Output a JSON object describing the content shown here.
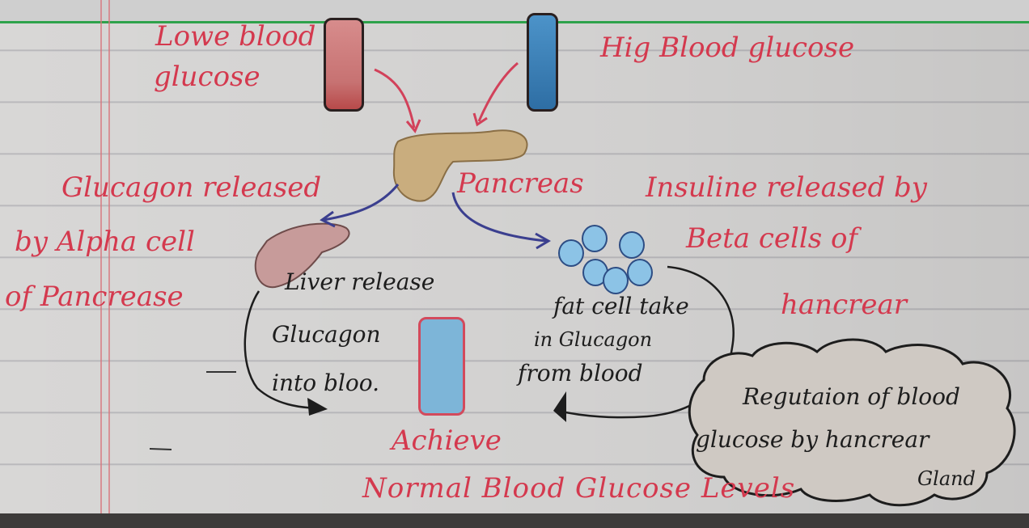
{
  "labels": {
    "low_blood": "Lowe blood",
    "low_glucose": "glucose",
    "high_glucose": "Hig Blood glucose",
    "glucagon_released": "Glucagon released",
    "by_alpha_cell": "by Alpha cell",
    "of_pancrease": "of Pancrease",
    "pancreas": "Pancreas",
    "insuline_released": "Insuline released by",
    "beta_cells_of": "Beta cells of",
    "pancrear": "hancrear",
    "liver_release": "Liver release",
    "glucagon": "Glucagon",
    "into_blood": "into bloo.",
    "fat_cell_take": "fat cell take",
    "in_glucagon": "in Glucagon",
    "from_blood": "from blood",
    "achieve": "Achieve",
    "normal_levels": "Normal Blood Glucose Levels",
    "regulation_line1": "Regutaion of blood",
    "regulation_line2": "glucose by hancrear",
    "gland": "Gland"
  },
  "colors": {
    "red_ink": "#d4394e",
    "dark_ink": "#1d1d1d",
    "blue_arrow": "#3b3f8f",
    "red_arrow": "#d2415a",
    "pancreas": "#c9ad7e",
    "liver": "#c79b9a",
    "cells": "#8cc3e6",
    "cloud": "#cfc9c3"
  }
}
